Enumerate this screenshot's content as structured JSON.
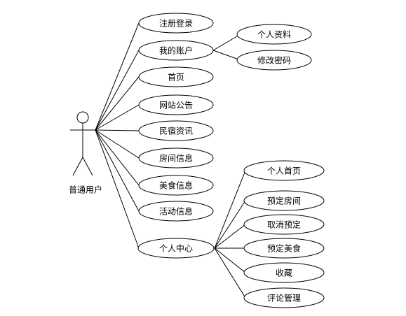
{
  "actor": {
    "label": "普通用户"
  },
  "use_cases": {
    "register_login": "注册登录",
    "my_account": "我的账户",
    "profile": "个人资料",
    "change_password": "修改密码",
    "home": "首页",
    "announcement": "网站公告",
    "homestay_news": "民宿资讯",
    "room_info": "房间信息",
    "food_info": "美食信息",
    "activity_info": "活动信息",
    "personal_center": "个人中心",
    "personal_home": "个人首页",
    "book_room": "预定房间",
    "cancel_booking": "取消预定",
    "book_food": "预定美食",
    "favorites": "收藏",
    "comment_management": "评论管理"
  }
}
